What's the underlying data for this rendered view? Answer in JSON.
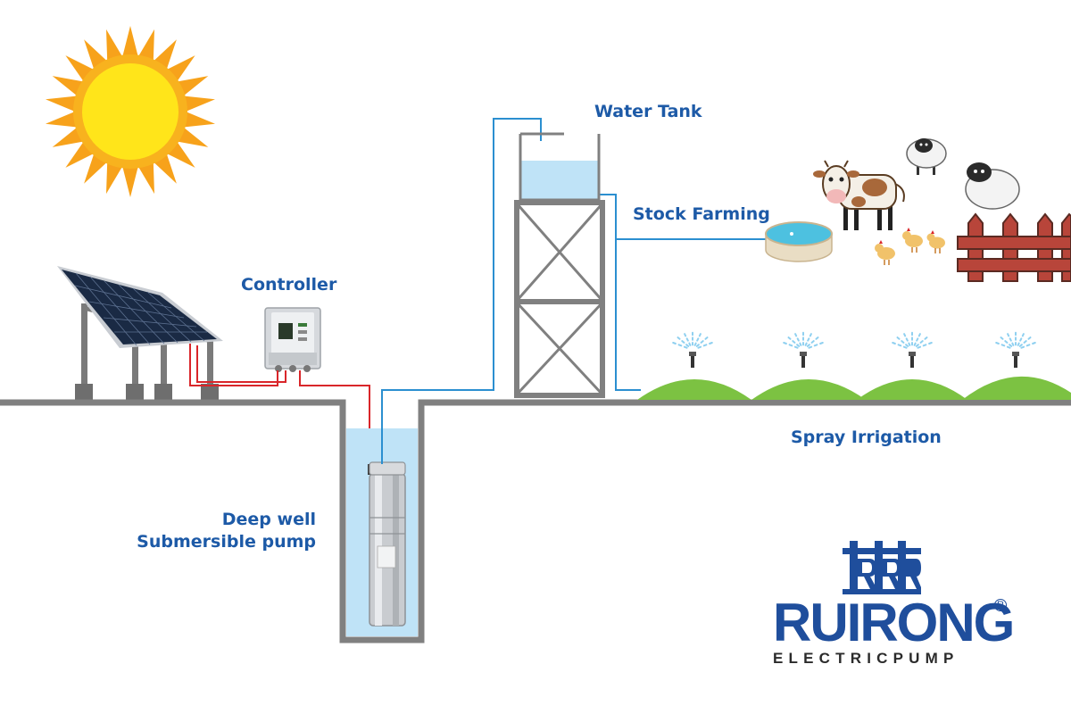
{
  "labels": {
    "controller": "Controller",
    "water_tank": "Water Tank",
    "stock_farming": "Stock Farming",
    "spray_irrigation": "Spray Irrigation",
    "well_line1": "Deep well",
    "well_line2": "Submersible pump"
  },
  "brand": {
    "name": "RUIRONG",
    "sub": "ELECTRICPUMP",
    "reg": "R"
  },
  "colors": {
    "label_blue": "#1d5aa7",
    "brand_blue": "#1f4e9c",
    "ground_gray": "#808080",
    "water_blue": "#bfe3f7",
    "pipe_blue": "#2b8fd0",
    "wire_red": "#d9262a",
    "grass_green": "#7cc242",
    "sun_yellow": "#ffe51a",
    "sun_orange": "#f7a21b",
    "fence_red": "#b8453a"
  }
}
